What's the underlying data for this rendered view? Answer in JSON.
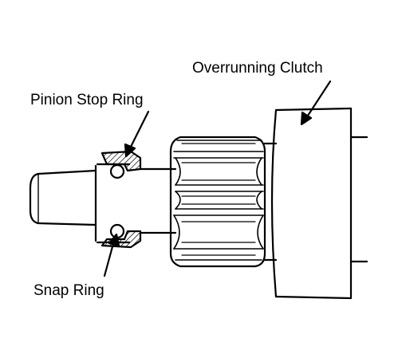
{
  "labels": {
    "overrunning_clutch": "Overrunning Clutch",
    "pinion_stop_ring": "Pinion Stop Ring",
    "snap_ring": "Snap Ring"
  },
  "colors": {
    "ink": "#000000",
    "paper": "#ffffff"
  }
}
